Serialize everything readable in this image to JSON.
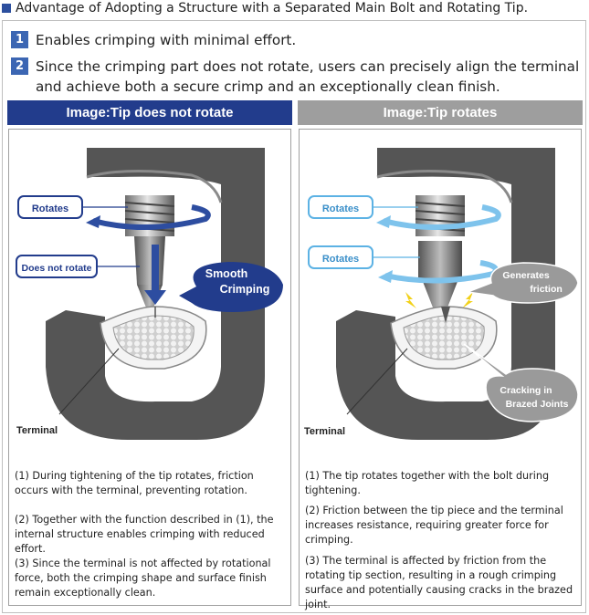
{
  "title": "Advantage of Adopting a Structure with a Separated Main Bolt and Rotating Tip.",
  "points": [
    {
      "num": "1",
      "text": "Enables crimping with minimal effort."
    },
    {
      "num": "2",
      "text": "Since the crimping part does not rotate, users can precisely align the terminal and achieve both a secure crimp and an exceptionally clean finish."
    }
  ],
  "left": {
    "header": "Image:Tip does not rotate",
    "label_rotates": "Rotates",
    "label_not_rotate": "Does not rotate",
    "callout_line1": "Smooth",
    "callout_line2": "Crimping",
    "terminal": "Terminal",
    "desc": [
      "(1) During tightening of the tip rotates, friction occurs with the terminal, preventing rotation.",
      "(2) Together with the function described in (1), the internal structure enables crimping with reduced effort.",
      "(3) Since the terminal is not affected by rotational force, both the crimping shape and surface finish remain exceptionally clean."
    ]
  },
  "right": {
    "header": "Image:Tip rotates",
    "label_rotates_1": "Rotates",
    "label_rotates_2": "Rotates",
    "callout_friction_1": "Generates",
    "callout_friction_2": "friction",
    "callout_crack_1": "Cracking in",
    "callout_crack_2": "Brazed Joints",
    "terminal": "Terminal",
    "desc": [
      "(1) The tip rotates together with the bolt during tightening.",
      "(2) Friction between the tip piece and the terminal increases resistance, requiring greater force for crimping.",
      "(3) The terminal is affected by friction from the rotating tip section, resulting in a rough crimping surface and potentially causing cracks in the brazed joint."
    ]
  },
  "colors": {
    "navy": "#223c8c",
    "gray_header": "#9e9e9e",
    "light_blue": "#5cb2e4",
    "body_gray": "#555555"
  }
}
